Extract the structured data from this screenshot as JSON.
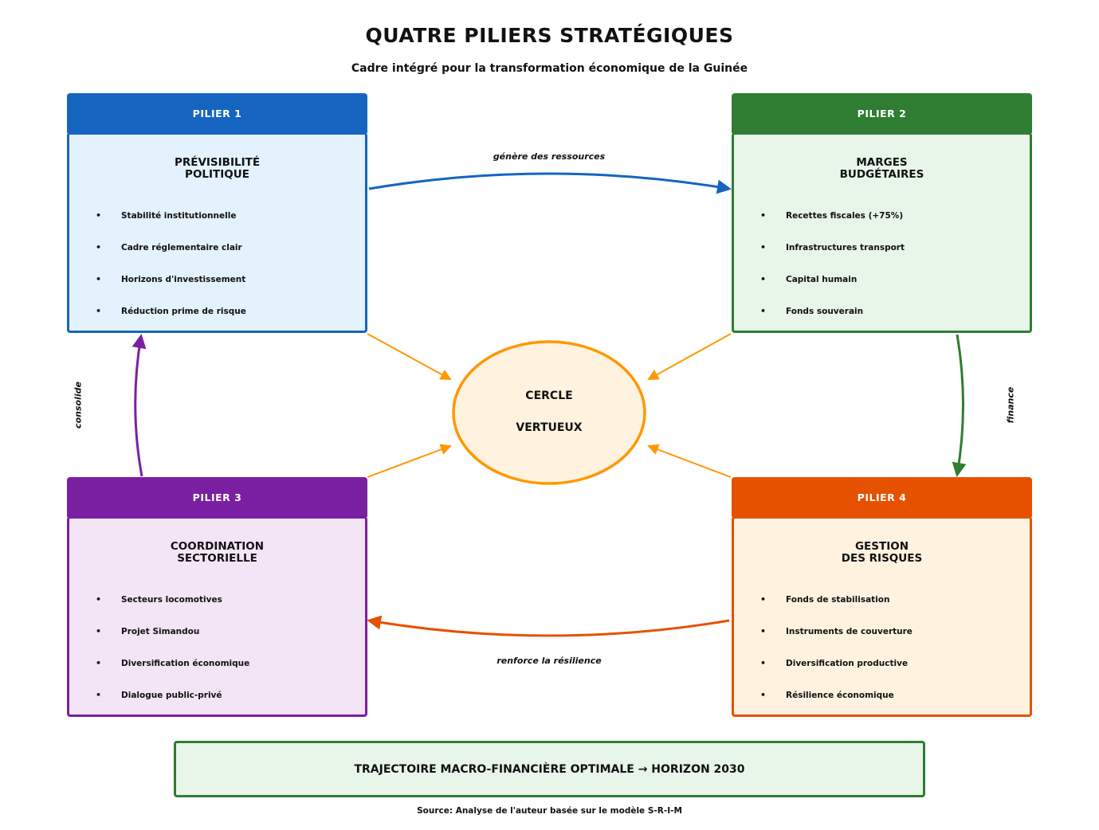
{
  "header": {
    "title": "QUATRE PILIERS STRATÉGIQUES",
    "subtitle": "Cadre intégré pour la transformation économique de la Guinée"
  },
  "pillars": [
    {
      "label": "PILIER 1",
      "title": "PRÉVISIBILITÉ\nPOLITIQUE",
      "accent": "#1565c0",
      "fill": "#e3f2fd",
      "items": [
        "Stabilité institutionnelle",
        "Cadre réglementaire clair",
        "Horizons d'investissement",
        "Réduction prime de risque"
      ]
    },
    {
      "label": "PILIER 2",
      "title": "MARGES\nBUDGÉTAIRES",
      "accent": "#2e7d32",
      "fill": "#e8f5e9",
      "items": [
        "Recettes fiscales (+75%)",
        "Infrastructures transport",
        "Capital humain",
        "Fonds souverain"
      ]
    },
    {
      "label": "PILIER 3",
      "title": "COORDINATION\nSECTORIELLE",
      "accent": "#7b1fa2",
      "fill": "#f3e5f5",
      "items": [
        "Secteurs locomotives",
        "Projet Simandou",
        "Diversification économique",
        "Dialogue public-privé"
      ]
    },
    {
      "label": "PILIER 4",
      "title": "GESTION\nDES RISQUES",
      "accent": "#e65100",
      "fill": "#fff3e0",
      "items": [
        "Fonds de stabilisation",
        "Instruments de couverture",
        "Diversification productive",
        "Résilience économique"
      ]
    }
  ],
  "bullet": "•",
  "center": {
    "line1": "CERCLE",
    "line2": "VERTUEUX",
    "stroke": "#ff9800",
    "fill": "#fff3e0"
  },
  "links": {
    "p1_to_p2": "génère des ressources",
    "p2_to_p4": "finance",
    "p4_to_p3": "renforce la résilience",
    "p3_to_p1": "consolide"
  },
  "banner": "TRAJECTOIRE MACRO-FINANCIÈRE OPTIMALE → HORIZON 2030",
  "source": "Source: Analyse de l'auteur basée sur le modèle S-R-I-M"
}
